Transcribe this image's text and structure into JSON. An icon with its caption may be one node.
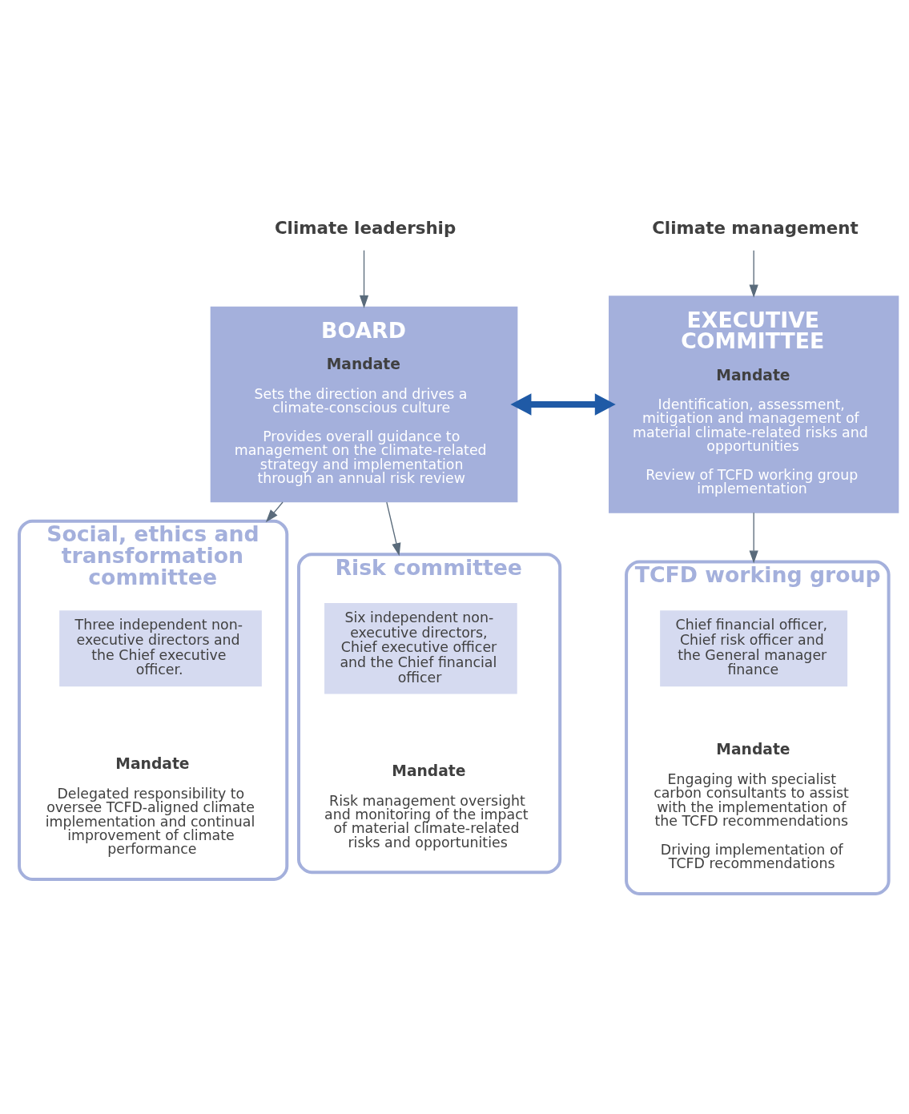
{
  "diagram": {
    "nodes": [
      {
        "text": [
          "Climate leadership"
        ]
      },
      {
        "text": [
          "Climate management"
        ]
      },
      {
        "text": [
          "BOARD",
          "Mandate",
          "Sets the direction and drives a climate-conscious culture",
          "Provides overall guidance to management on the climate-related strategy and implementation through an annual risk review"
        ]
      },
      {
        "text": [
          "EXECUTIVE COMMITTEE",
          "Mandate",
          "Identification, assessment, mitigation and management of material climate-related risks and opportunities",
          "Review of TCFD working group implementation"
        ]
      },
      {
        "text": [
          "Social, ethics and transformation committee",
          "Mandate",
          "Delegated responsibility to oversee TCFD-aligned climate implementation and continual improvement of climate performance"
        ]
      },
      {
        "text": [
          "Three independent non-executive directors and the Chief executive officer."
        ],
        "in": 4
      },
      {
        "text": [
          "Risk committee",
          "Mandate",
          "Risk management oversight and monitoring of the impact of material climate-related risks and opportunities"
        ]
      },
      {
        "text": [
          "Six independent non-executive directors, Chief executive officer and the Chief financial officer"
        ],
        "in": 6
      },
      {
        "text": [
          "TCFD working group",
          "Mandate",
          "Engaging with specialist carbon consultants to assist with the implementation of the TCFD recommendations",
          "Driving implementation of TCFD recommendations"
        ]
      },
      {
        "text": [
          "Chief financial officer, Chief risk officer and the General manager finance"
        ],
        "in": 8
      }
    ],
    "edges": [
      {
        "from": 0,
        "to": 2,
        "arrow": "to"
      },
      {
        "from": 1,
        "to": 3,
        "arrow": "to"
      },
      {
        "from": 2,
        "to": 3,
        "arrow": "both",
        "style": "thick",
        "color": "#1f5aa6"
      },
      {
        "from": 2,
        "to": 4,
        "arrow": "to"
      },
      {
        "from": 2,
        "to": 6,
        "arrow": "to"
      },
      {
        "from": 3,
        "to": 8,
        "arrow": "to"
      }
    ]
  }
}
